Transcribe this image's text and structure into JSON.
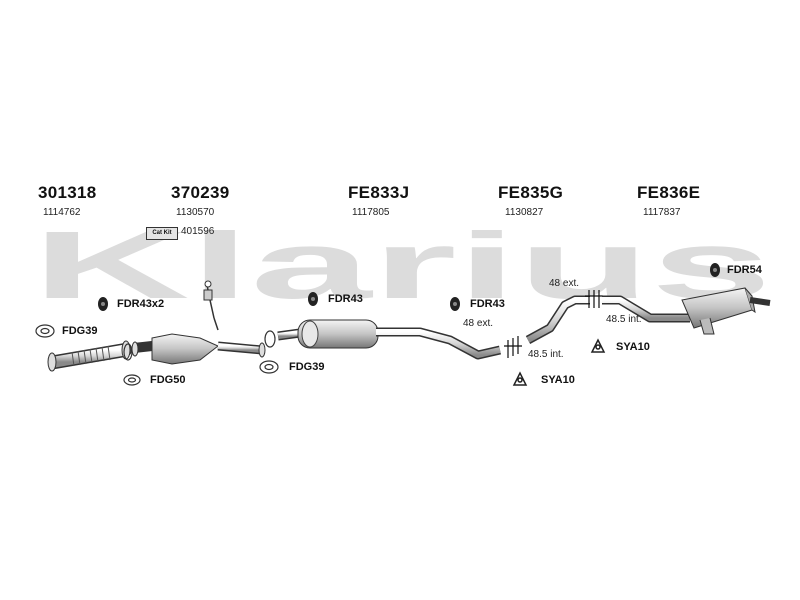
{
  "watermark": {
    "text": "Klarius",
    "color": "#dcdcdc"
  },
  "parts": [
    {
      "code": "301318",
      "oem": "1114762"
    },
    {
      "code": "370239",
      "oem": "1130570"
    },
    {
      "code": "FE833J",
      "oem": "1117805"
    },
    {
      "code": "FE835G",
      "oem": "1130827"
    },
    {
      "code": "FE836E",
      "oem": "1117837"
    }
  ],
  "cat_kit": {
    "badge": "Cat Kit",
    "code": "401596"
  },
  "fittings": {
    "fdr43x2": "FDR43x2",
    "fdg39_left": "FDG39",
    "fdg50": "FDG50",
    "fdr43_mid": "FDR43",
    "fdg39_mid": "FDG39",
    "fdr43_right": "FDR43",
    "sya10_a": "SYA10",
    "sya10_b": "SYA10",
    "fdr54": "FDR54"
  },
  "notes": {
    "ext_1": "48 ext.",
    "int_1": "48.5 int.",
    "ext_2": "48 ext.",
    "int_2": "48.5 int."
  },
  "icons": [
    "rubber-mount-icon",
    "gasket-ring-icon",
    "clamp-icon",
    "oxygen-sensor-icon"
  ]
}
